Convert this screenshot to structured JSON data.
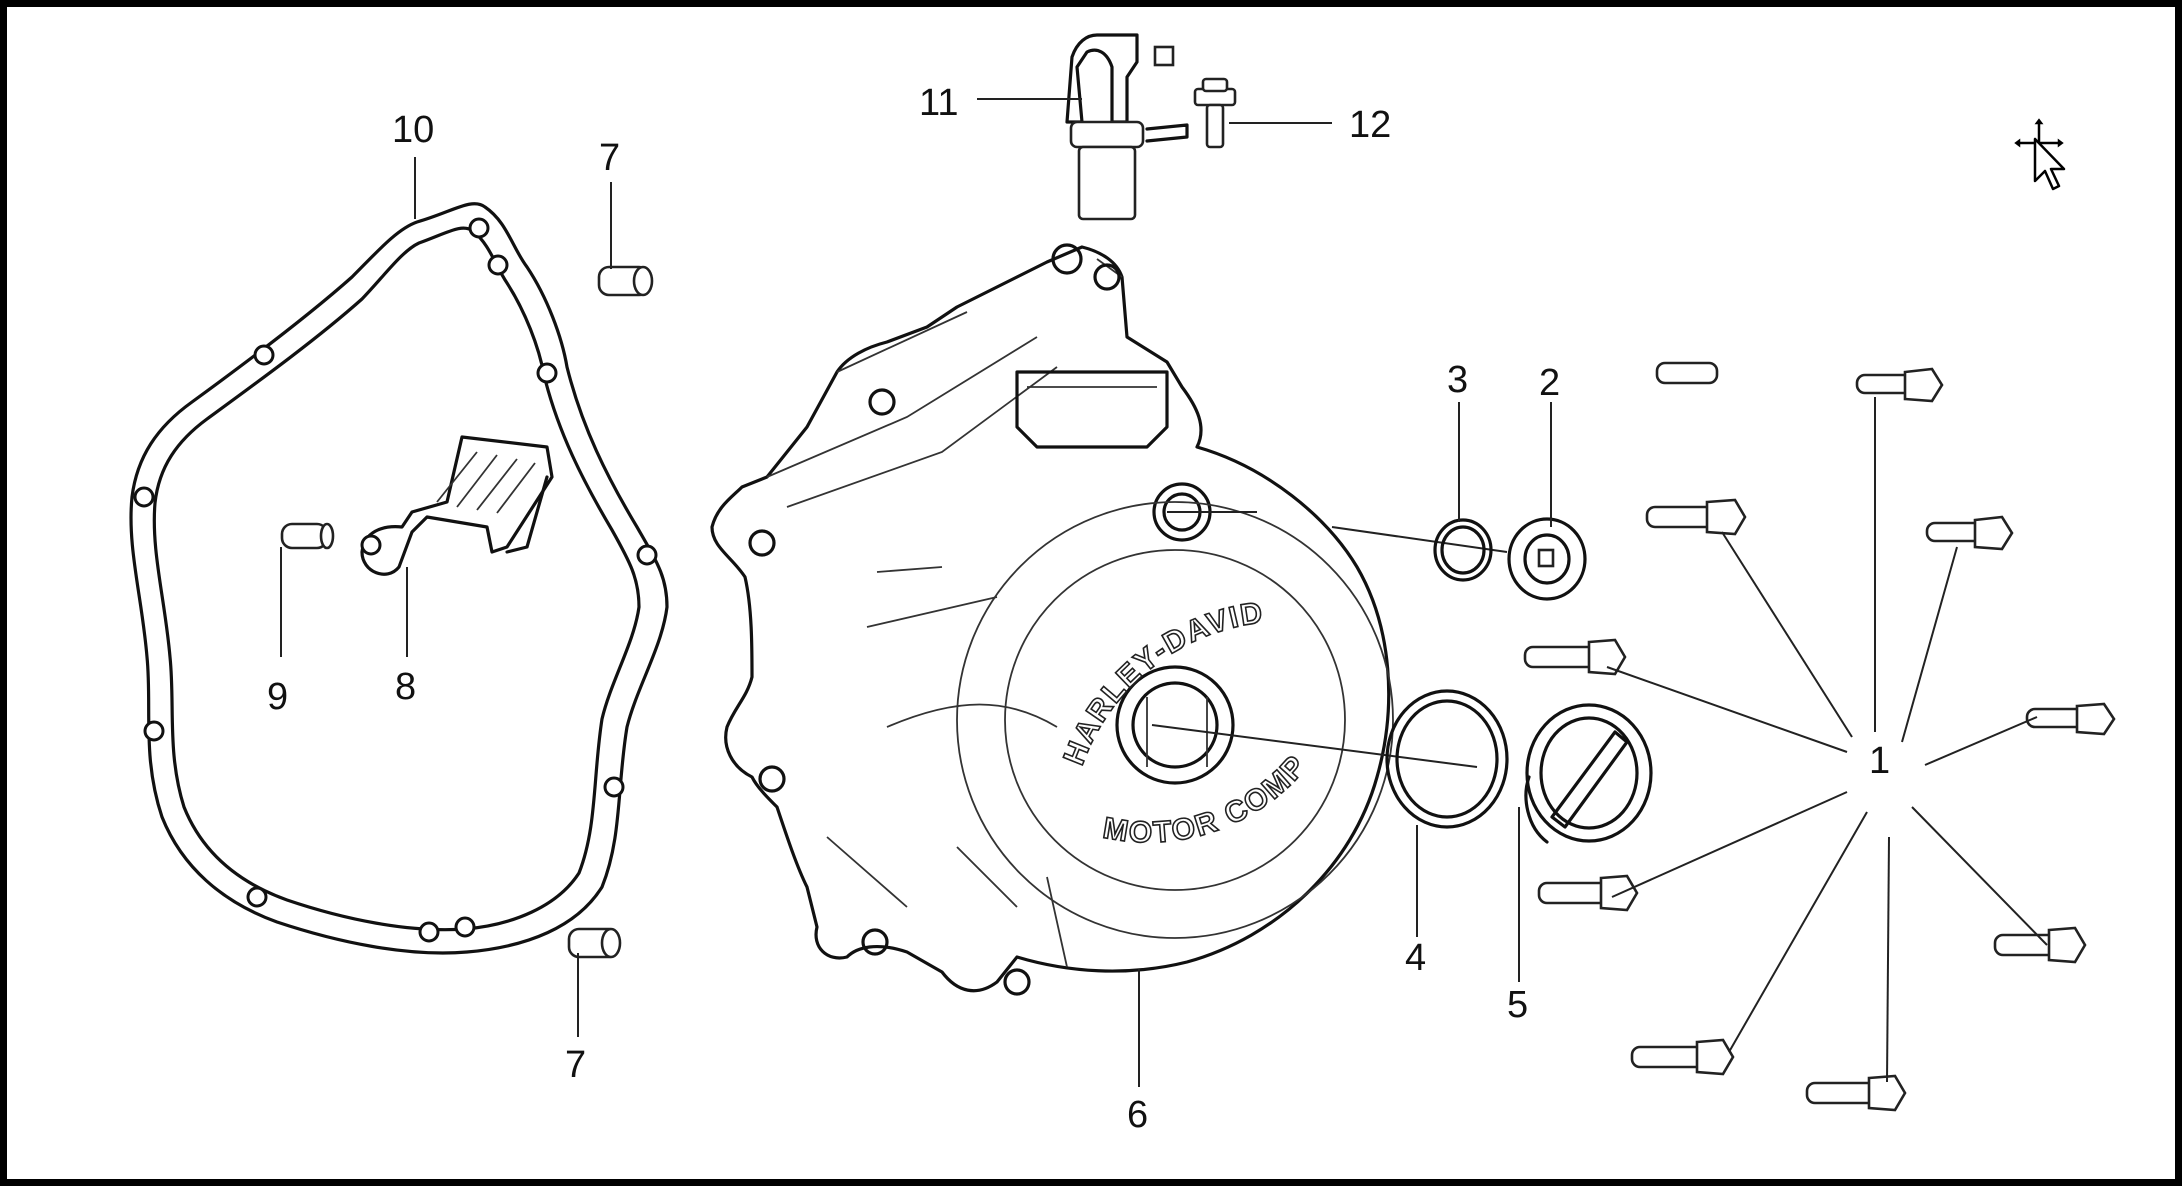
{
  "diagram": {
    "callouts": {
      "c1": "1",
      "c2": "2",
      "c3": "3",
      "c4": "4",
      "c5": "5",
      "c6": "6",
      "c7a": "7",
      "c7b": "7",
      "c8": "8",
      "c9": "9",
      "c10": "10",
      "c11": "11",
      "c12": "12"
    },
    "cover_stamp": {
      "top": "HARLEY-DAVIDSON",
      "bottom": "MOTOR COMPANY"
    }
  },
  "cursor": {
    "icon": "move-cursor-icon"
  }
}
